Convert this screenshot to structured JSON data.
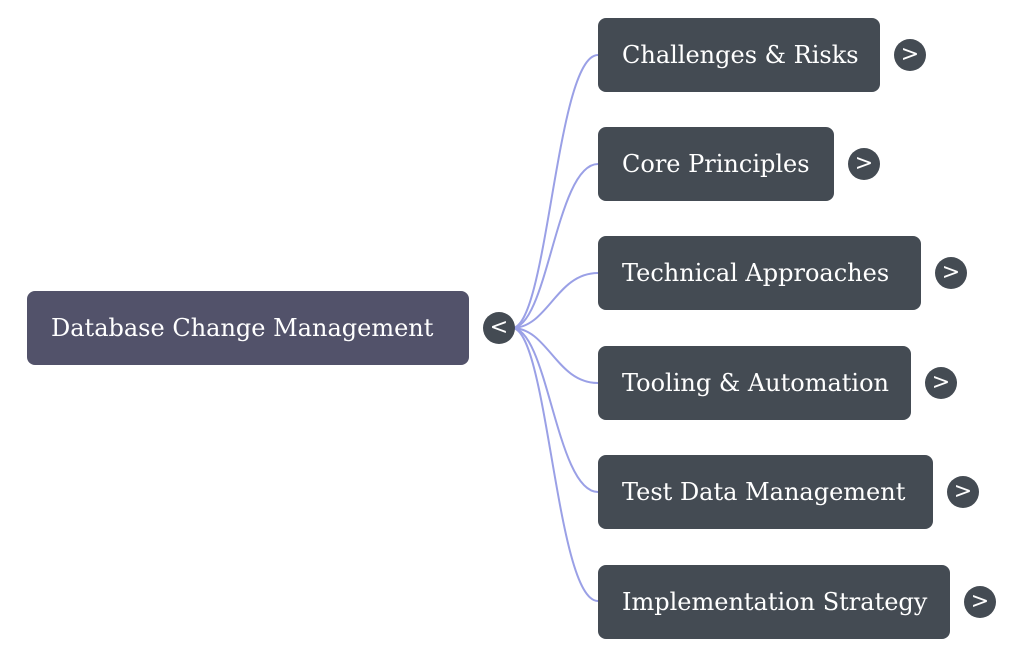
{
  "root": {
    "label": "Database Change Management",
    "toggle": "<"
  },
  "children": [
    {
      "label": "Challenges & Risks",
      "toggle": ">"
    },
    {
      "label": "Core Principles",
      "toggle": ">"
    },
    {
      "label": "Technical Approaches",
      "toggle": ">"
    },
    {
      "label": "Tooling & Automation",
      "toggle": ">"
    },
    {
      "label": "Test Data Management",
      "toggle": ">"
    },
    {
      "label": "Implementation Strategy",
      "toggle": ">"
    }
  ],
  "colors": {
    "root_fill": "#52526a",
    "child_fill": "#444b53",
    "link": "#9aa0e6",
    "text": "#ffffff"
  }
}
